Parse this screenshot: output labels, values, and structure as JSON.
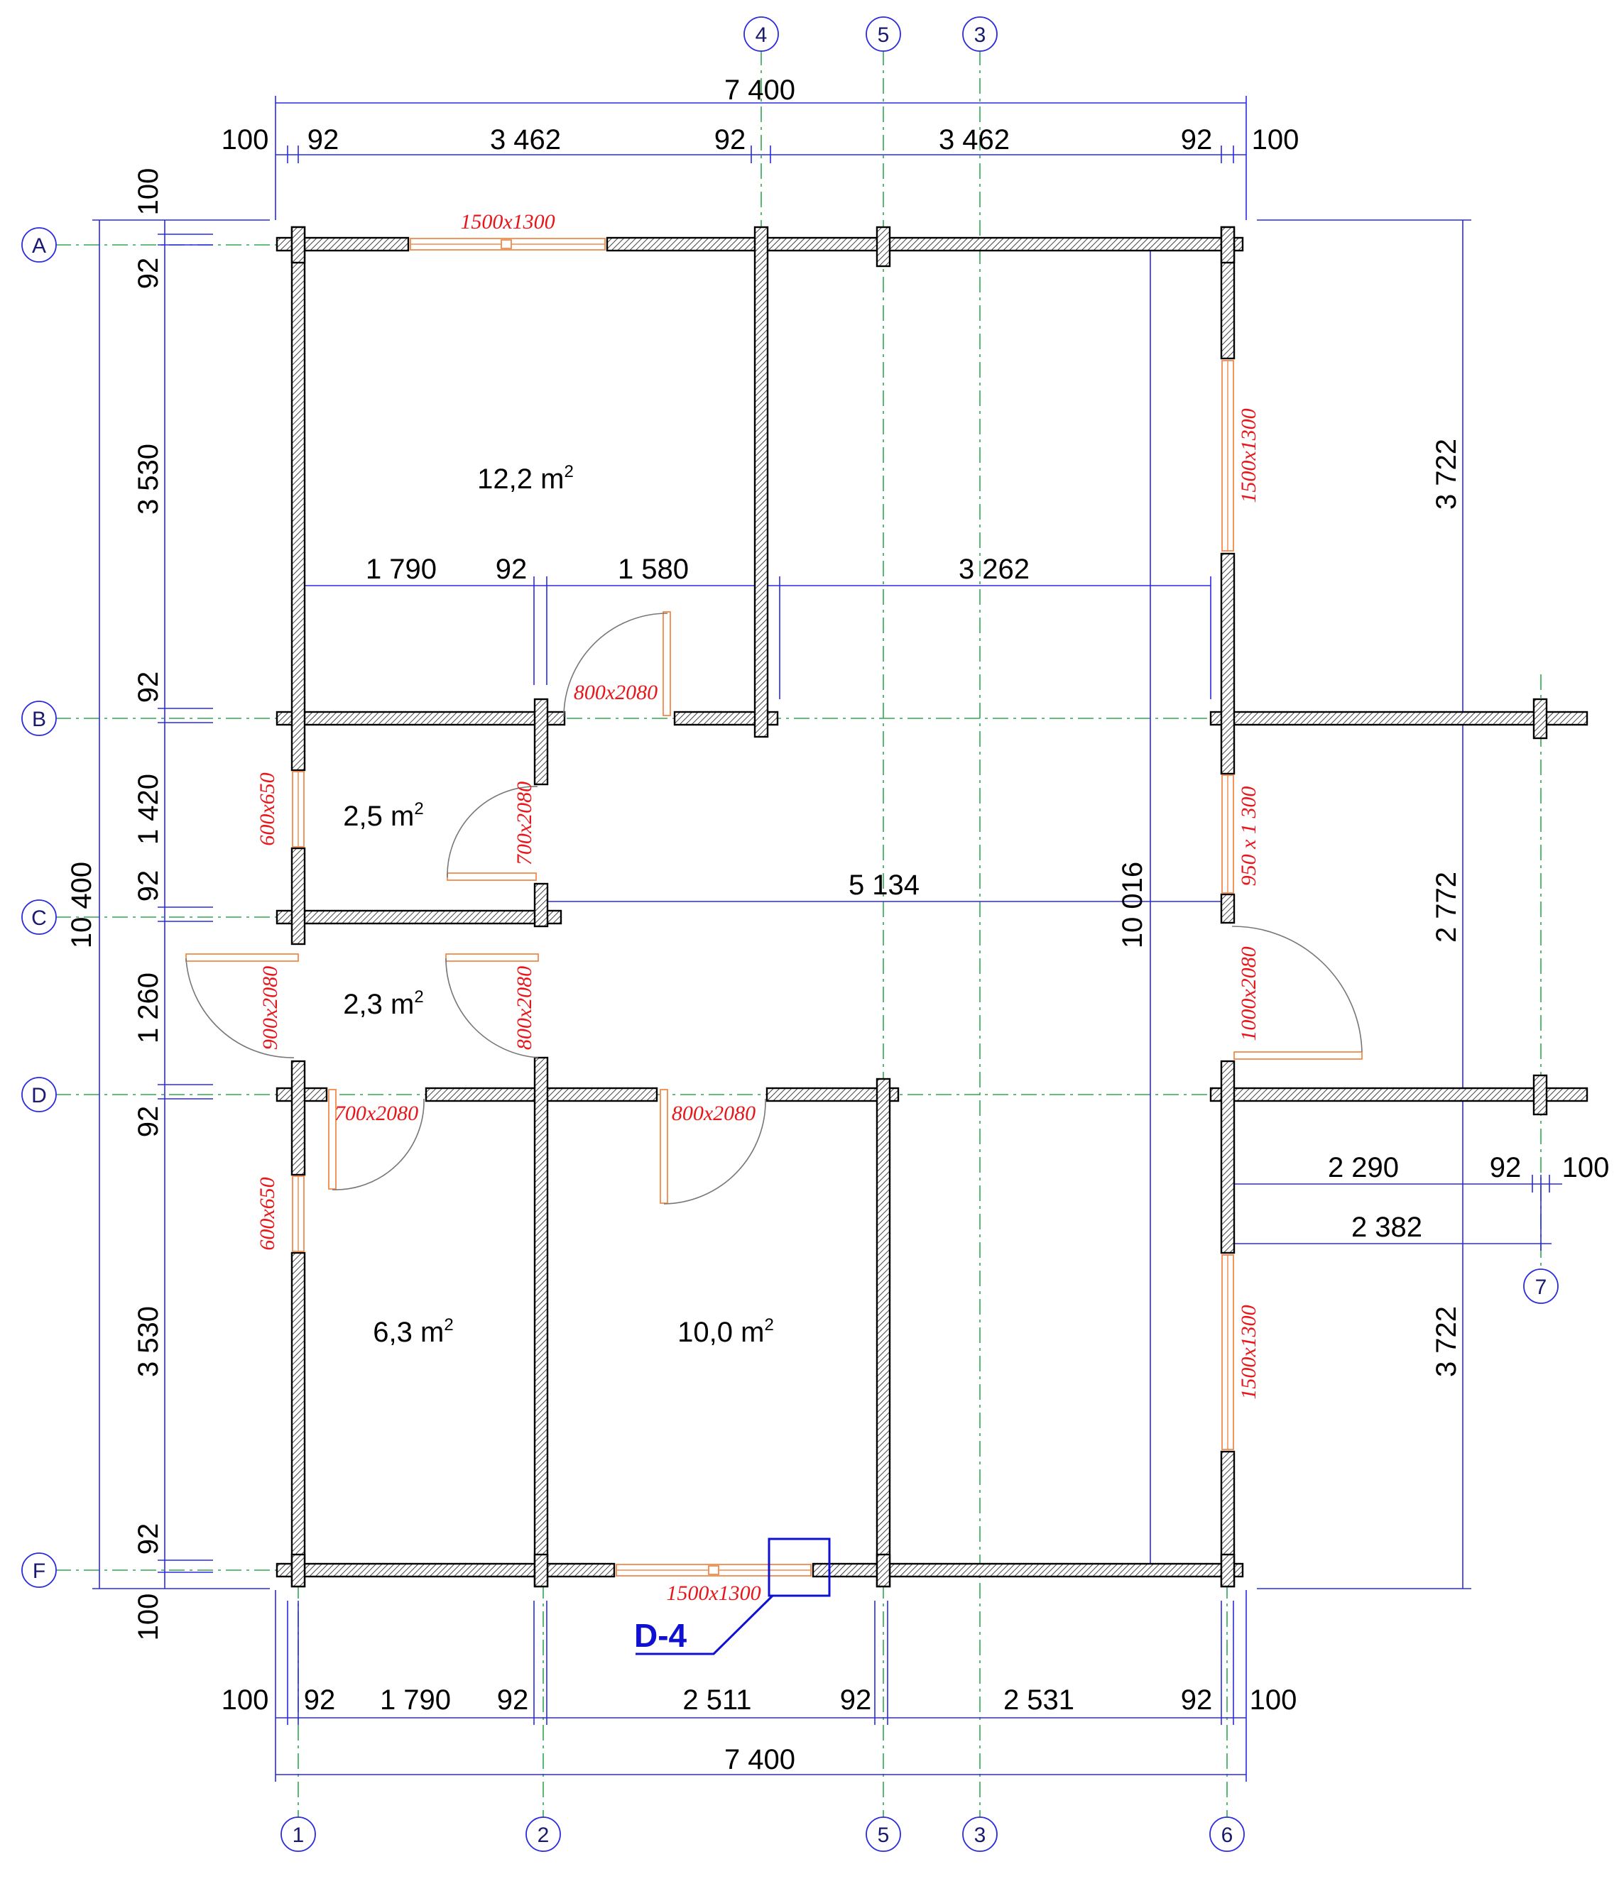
{
  "dims": {
    "top_overall": "7 400",
    "top_left_100": "100",
    "top_92_a": "92",
    "top_3462_a": "3 462",
    "top_92_b": "92",
    "top_3462_b": "3 462",
    "top_92_c": "92",
    "top_right_100": "100",
    "bot_overall": "7 400",
    "bot_left_100": "100",
    "bot_92_a": "92",
    "bot_1790": "1 790",
    "bot_92_b": "92",
    "bot_2511": "2 511",
    "bot_92_c": "92",
    "bot_2531": "2 531",
    "bot_92_d": "92",
    "bot_right_100": "100",
    "left_overall": "10 400",
    "left_100_top": "100",
    "left_92_a": "92",
    "left_3530_a": "3 530",
    "left_92_b": "92",
    "left_1420": "1 420",
    "left_92_c": "92",
    "left_1260": "1 260",
    "left_92_d": "92",
    "left_3530_b": "3 530",
    "left_92_e": "92",
    "left_100_bot": "100",
    "right_3722_a": "3 722",
    "right_2772": "2 772",
    "right_3722_b": "3 722",
    "inner_10016": "10 016",
    "inner_1790": "1 790",
    "inner_92": "92",
    "inner_1580": "1 580",
    "inner_3262": "3 262",
    "inner_5134": "5 134",
    "terrace_2290": "2 290",
    "terrace_92": "92",
    "terrace_100": "100",
    "terrace_2382": "2 382"
  },
  "areas": {
    "room1_value": "12,2 m",
    "room2_value": "2,5 m",
    "room3_value": "2,3 m",
    "room4_value": "6,3 m",
    "room5_value": "10,0 m",
    "unit_exp": "2"
  },
  "openings": {
    "win_top": "1500x1300",
    "win_right_top": "1500x1300",
    "win_right_bottom": "1500x1300",
    "win_bottom": "1500x1300",
    "win_right_mid": "950 x 1 300",
    "win_left_top": "600x650",
    "win_left_bottom": "600x650",
    "door_b": "800x2080",
    "door_bc": "700x2080",
    "door_cd_left": "900x2080",
    "door_cd_mid": "800x2080",
    "door_d_left": "700x2080",
    "door_d_mid": "800x2080",
    "door_right": "1000x2080"
  },
  "axes": {
    "row_a": "A",
    "row_b": "B",
    "row_c": "C",
    "row_d": "D",
    "row_f": "F",
    "col_1": "1",
    "col_2": "2",
    "col_3_top": "3",
    "col_3_bot": "3",
    "col_4": "4",
    "col_5_top": "5",
    "col_5_bot": "5",
    "col_6": "6",
    "col_7": "7"
  },
  "callout": {
    "label": "D-4"
  },
  "colors": {
    "dimension": "#2a2ae0",
    "axis": "#2fa84f",
    "opening_label": "#e8161b",
    "opening": "#f08a4b",
    "wall": "#000000"
  }
}
